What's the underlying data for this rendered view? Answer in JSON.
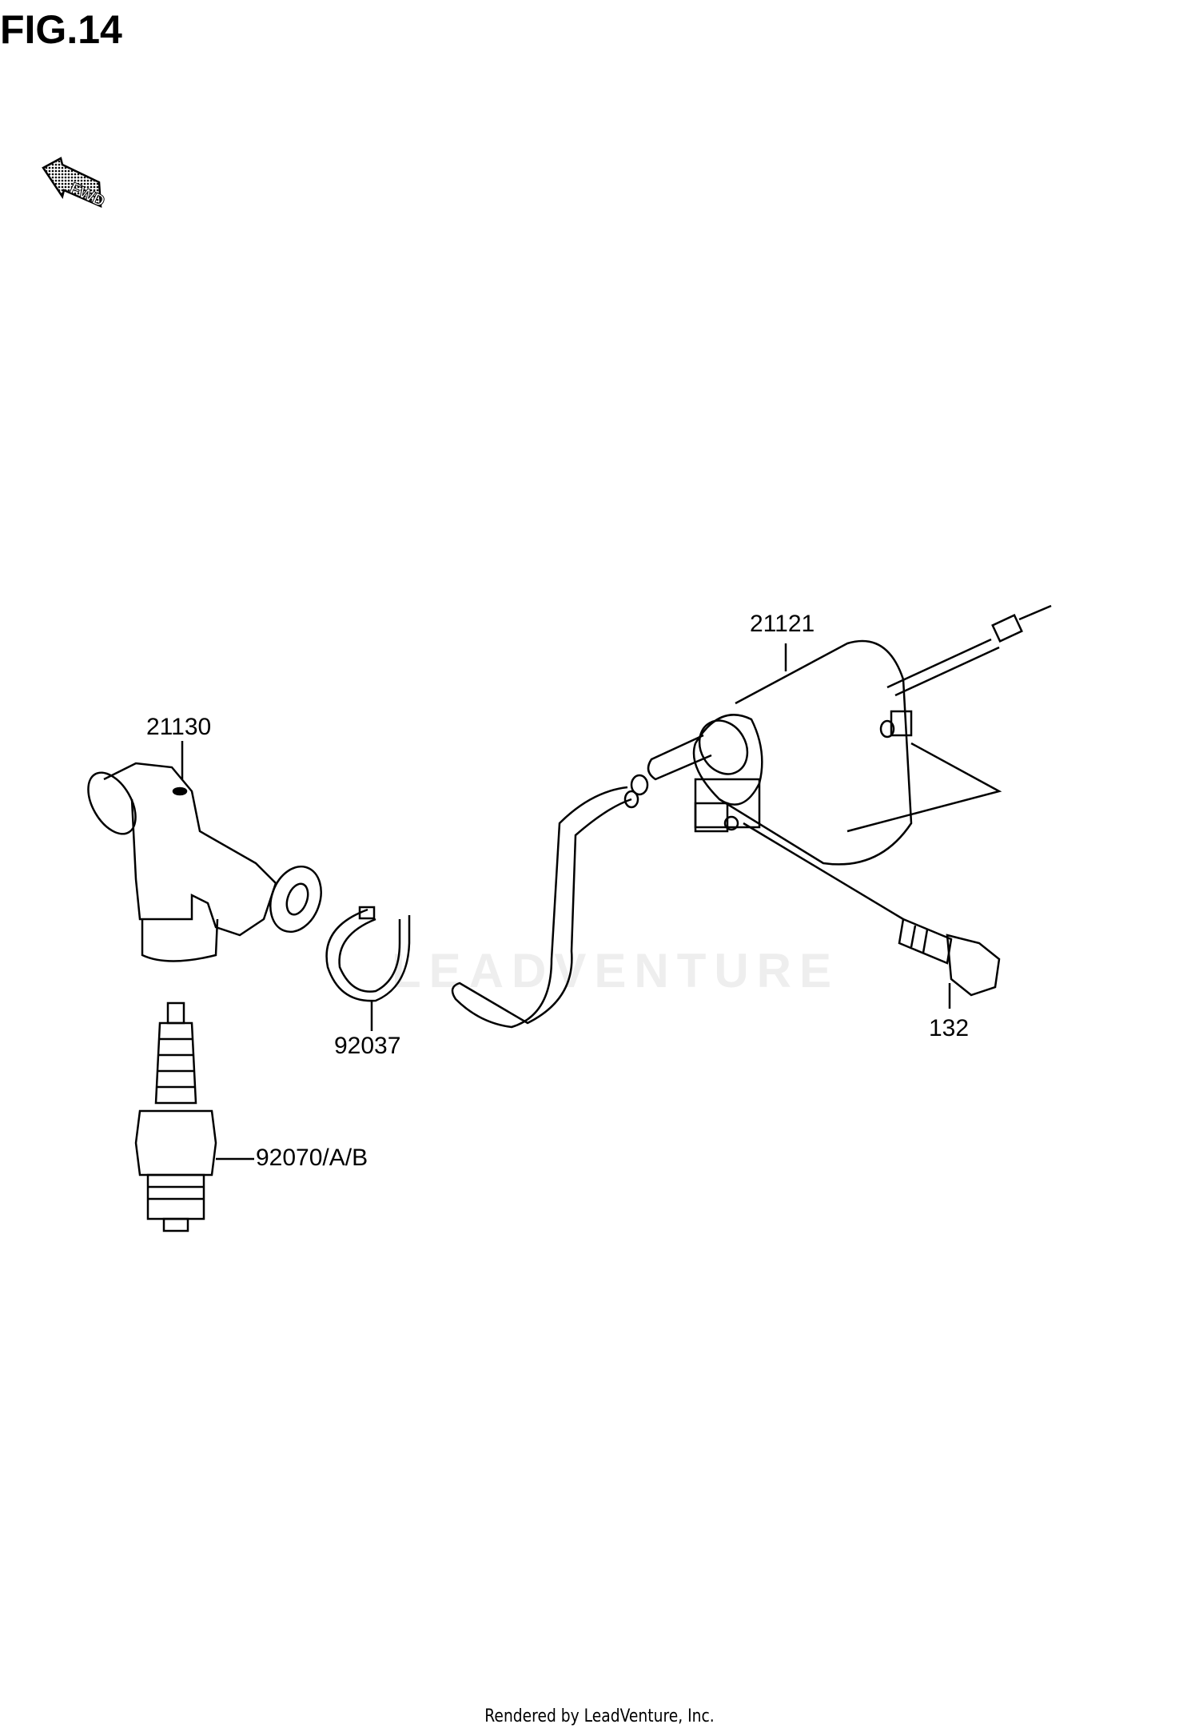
{
  "figure": {
    "title": "FIG.14",
    "direction_icon": "FWD"
  },
  "watermark": "LEADVENTURE",
  "callouts": [
    {
      "part_number": "21130"
    },
    {
      "part_number": "21121"
    },
    {
      "part_number": "92037"
    },
    {
      "part_number": "92070/A/B"
    },
    {
      "part_number": "132"
    }
  ],
  "footer": "Rendered by LeadVenture, Inc."
}
